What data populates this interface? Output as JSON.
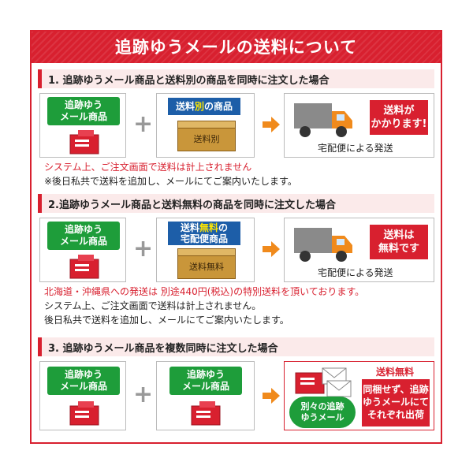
{
  "banner": {
    "title": "追跡ゆうメールの送料について"
  },
  "sections": [
    {
      "heading": "1. 追跡ゆうメール商品と送料別の商品を同時に注文した場合",
      "left_badge": [
        "追跡ゆう",
        "メール商品"
      ],
      "mid_badge_pre": "送料",
      "mid_badge_hl": "別",
      "mid_badge_post": "の商品",
      "box_label": "送料別",
      "result": [
        "送料が",
        "かかります!"
      ],
      "caption": "宅配便による発送",
      "notes": [
        "システム上、ご注文画面で送料は計上されません",
        "※後日私共で送料を追加し、メールにてご案内いたします。"
      ]
    },
    {
      "heading": "2.追跡ゆうメール商品と送料無料の商品を同時に注文した場合",
      "left_badge": [
        "追跡ゆう",
        "メール商品"
      ],
      "mid_badge_pre": "送料",
      "mid_badge_hl": "無料",
      "mid_badge_post": "の",
      "mid_badge_line2": "宅配便商品",
      "box_label": "送料無料",
      "result": [
        "送料は",
        "無料です"
      ],
      "caption": "宅配便による発送",
      "notes": [
        "北海道・沖縄県への発送は 別途440円(税込)の特別送料を頂いております。",
        "システム上、ご注文画面で送料は計上されません。",
        "後日私共で送料を追加し、メールにてご案内いたします。"
      ]
    },
    {
      "heading": "3. 追跡ゆうメール商品を複数同時に注文した場合",
      "left_badge": [
        "追跡ゆう",
        "メール商品"
      ],
      "mid_badge": [
        "追跡ゆう",
        "メール商品"
      ],
      "separate": [
        "別々の追跡",
        "ゆうメール"
      ],
      "free_label": "送料無料",
      "result": [
        "同梱せず、追跡",
        "ゆうメールにて",
        "それぞれ出荷"
      ]
    }
  ],
  "colors": {
    "red": "#d8202f",
    "green": "#1e9d3a",
    "blue": "#1d5ea8",
    "orange": "#f08a1c"
  }
}
